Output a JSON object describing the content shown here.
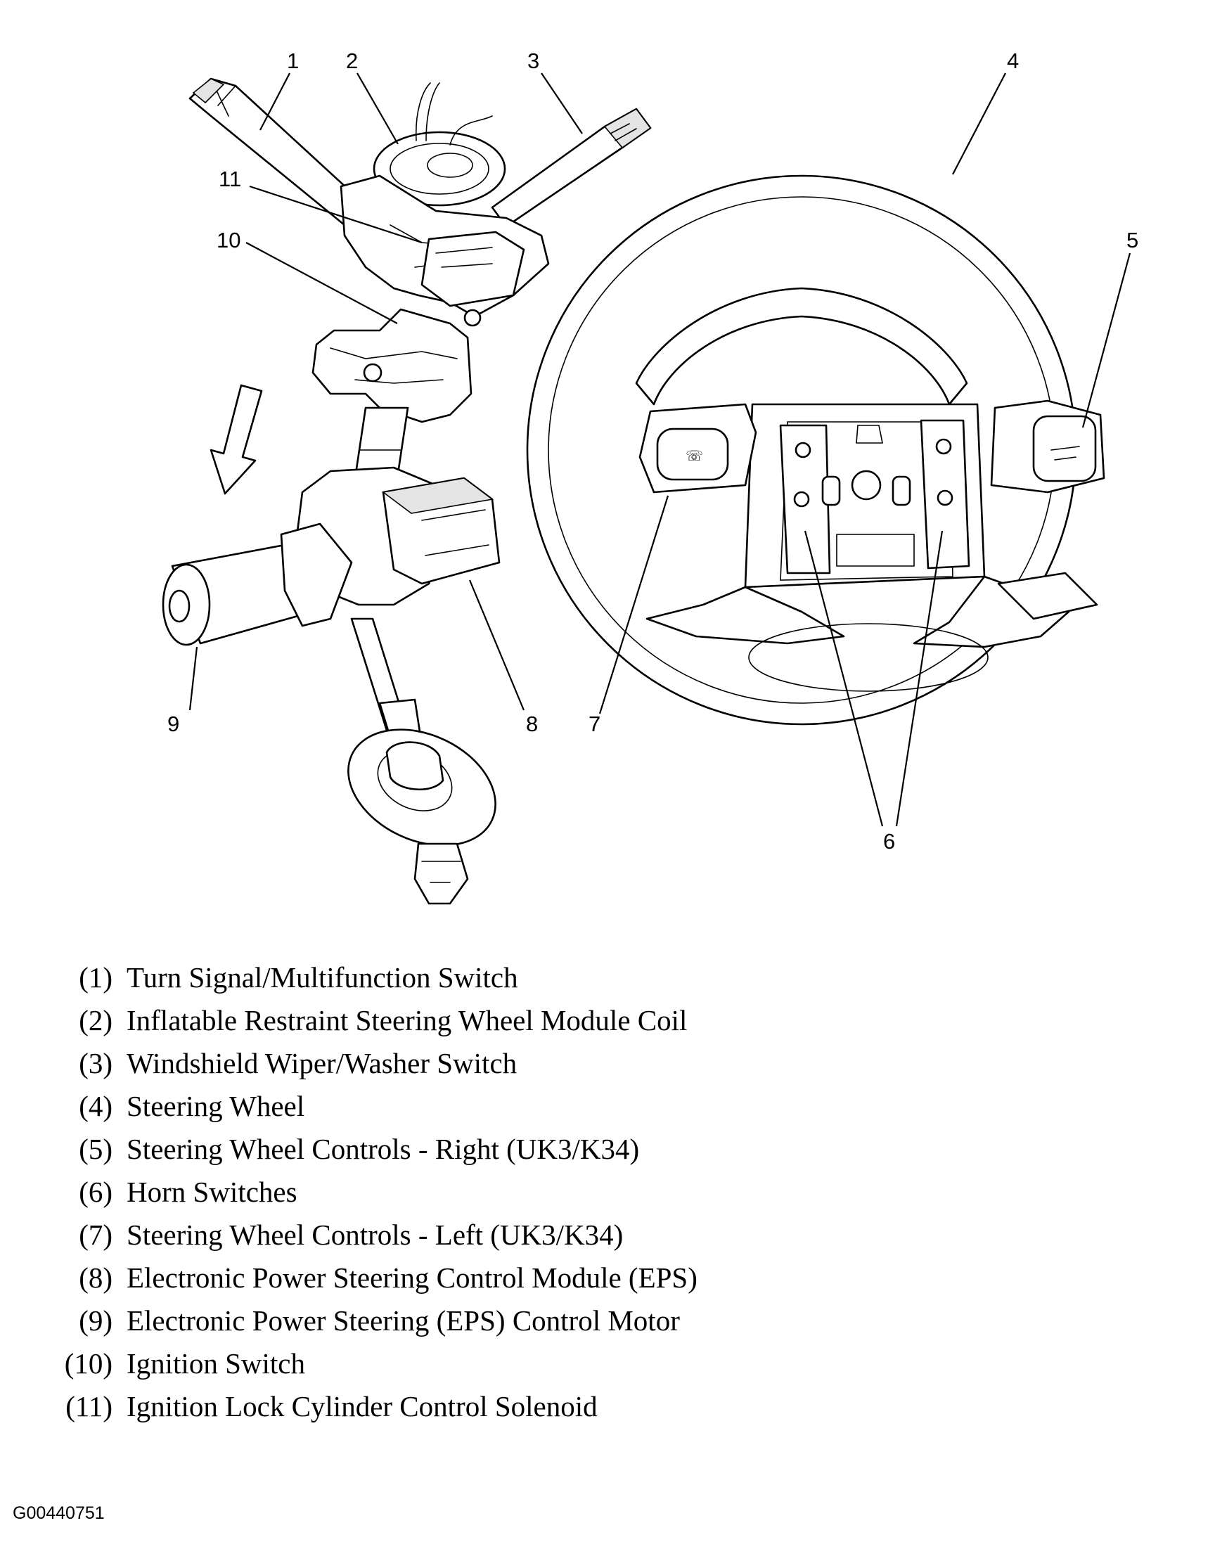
{
  "callouts": {
    "c1": "1",
    "c2": "2",
    "c3": "3",
    "c4": "4",
    "c5": "5",
    "c6": "6",
    "c7": "7",
    "c8": "8",
    "c9": "9",
    "c10": "10",
    "c11": "11"
  },
  "legend": [
    {
      "number": "(1)",
      "text": "Turn Signal/Multifunction Switch"
    },
    {
      "number": "(2)",
      "text": "Inflatable Restraint Steering Wheel Module Coil"
    },
    {
      "number": "(3)",
      "text": "Windshield Wiper/Washer Switch"
    },
    {
      "number": "(4)",
      "text": "Steering Wheel"
    },
    {
      "number": "(5)",
      "text": "Steering Wheel Controls - Right (UK3/K34)"
    },
    {
      "number": "(6)",
      "text": "Horn Switches"
    },
    {
      "number": "(7)",
      "text": "Steering Wheel Controls - Left (UK3/K34)"
    },
    {
      "number": "(8)",
      "text": "Electronic Power Steering Control Module (EPS)"
    },
    {
      "number": "(9)",
      "text": "Electronic Power Steering (EPS) Control Motor"
    },
    {
      "number": "(10)",
      "text": "Ignition Switch"
    },
    {
      "number": "(11)",
      "text": "Ignition Lock Cylinder Control Solenoid"
    }
  ],
  "figure_id": "G00440751"
}
